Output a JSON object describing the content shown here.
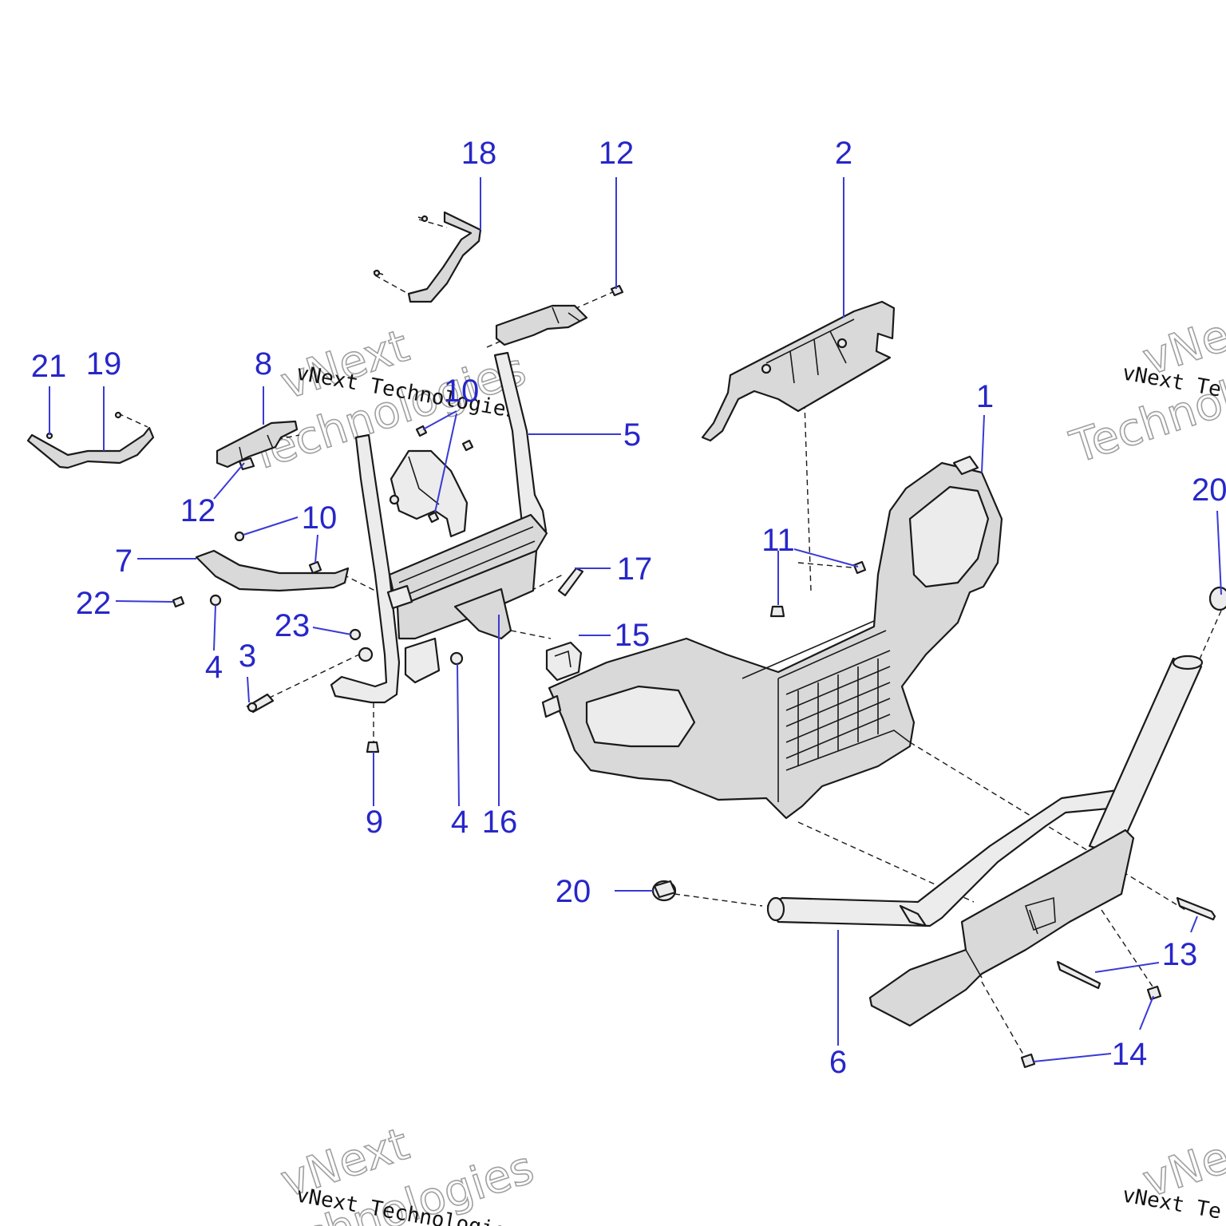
{
  "watermarks": {
    "text_mono": "vNext Technologies",
    "text_big_1": "vNext",
    "text_big_2": "Technologies",
    "text_big_tail_1": "vNe",
    "text_big_tail_2": "Technolo",
    "text_mono_tail": "vNext Te",
    "text_big_bottom_2": "Technologies",
    "text_mono_bottom_tail": "vNext Te",
    "text_big_bottom_tail": "vNe"
  },
  "callouts": [
    {
      "id": "c18",
      "label": "18"
    },
    {
      "id": "c12a",
      "label": "12"
    },
    {
      "id": "c2",
      "label": "2"
    },
    {
      "id": "c21",
      "label": "21"
    },
    {
      "id": "c19",
      "label": "19"
    },
    {
      "id": "c8",
      "label": "8"
    },
    {
      "id": "c10a",
      "label": "10"
    },
    {
      "id": "c5",
      "label": "5"
    },
    {
      "id": "c1",
      "label": "1"
    },
    {
      "id": "c20a",
      "label": "20"
    },
    {
      "id": "c12b",
      "label": "12"
    },
    {
      "id": "c10b",
      "label": "10"
    },
    {
      "id": "c11",
      "label": "11"
    },
    {
      "id": "c7",
      "label": "7"
    },
    {
      "id": "c17",
      "label": "17"
    },
    {
      "id": "c22",
      "label": "22"
    },
    {
      "id": "c23",
      "label": "23"
    },
    {
      "id": "c15",
      "label": "15"
    },
    {
      "id": "c4a",
      "label": "4"
    },
    {
      "id": "c3",
      "label": "3"
    },
    {
      "id": "c9",
      "label": "9"
    },
    {
      "id": "c4b",
      "label": "4"
    },
    {
      "id": "c16",
      "label": "16"
    },
    {
      "id": "c20b",
      "label": "20"
    },
    {
      "id": "c13",
      "label": "13"
    },
    {
      "id": "c6",
      "label": "6"
    },
    {
      "id": "c14",
      "label": "14"
    }
  ],
  "colors": {
    "callout": "#2727c9",
    "part_fill": "#d9d9d9",
    "line": "#1a1a1a"
  }
}
